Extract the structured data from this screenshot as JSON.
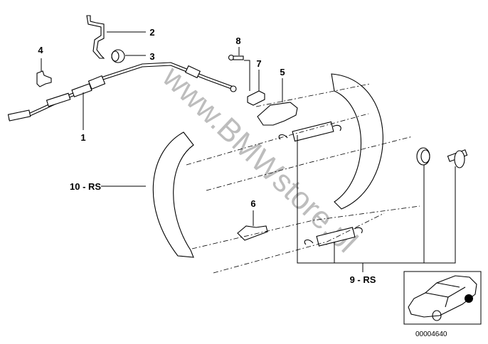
{
  "diagram": {
    "callouts": [
      {
        "id": "1",
        "label": "1"
      },
      {
        "id": "2",
        "label": "2"
      },
      {
        "id": "3",
        "label": "3"
      },
      {
        "id": "4",
        "label": "4"
      },
      {
        "id": "5",
        "label": "5"
      },
      {
        "id": "6",
        "label": "6"
      },
      {
        "id": "7",
        "label": "7"
      },
      {
        "id": "8",
        "label": "8"
      },
      {
        "id": "9",
        "label": "9 - RS"
      },
      {
        "id": "10",
        "label": "10 - RS"
      }
    ],
    "watermark": "www.BMWstore.pl",
    "image_code": "00004640"
  }
}
